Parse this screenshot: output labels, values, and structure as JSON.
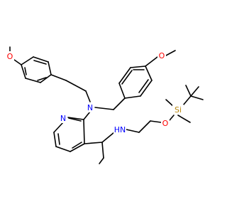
{
  "molecule": {
    "atom_labels": {
      "O": "O",
      "N": "N",
      "NH": "HN",
      "Si": "Si"
    },
    "colors": {
      "bond": "#000000",
      "oxygen": "#ff0000",
      "nitrogen": "#0000ff",
      "silicon": "#b8860b",
      "background": "#ffffff"
    }
  }
}
